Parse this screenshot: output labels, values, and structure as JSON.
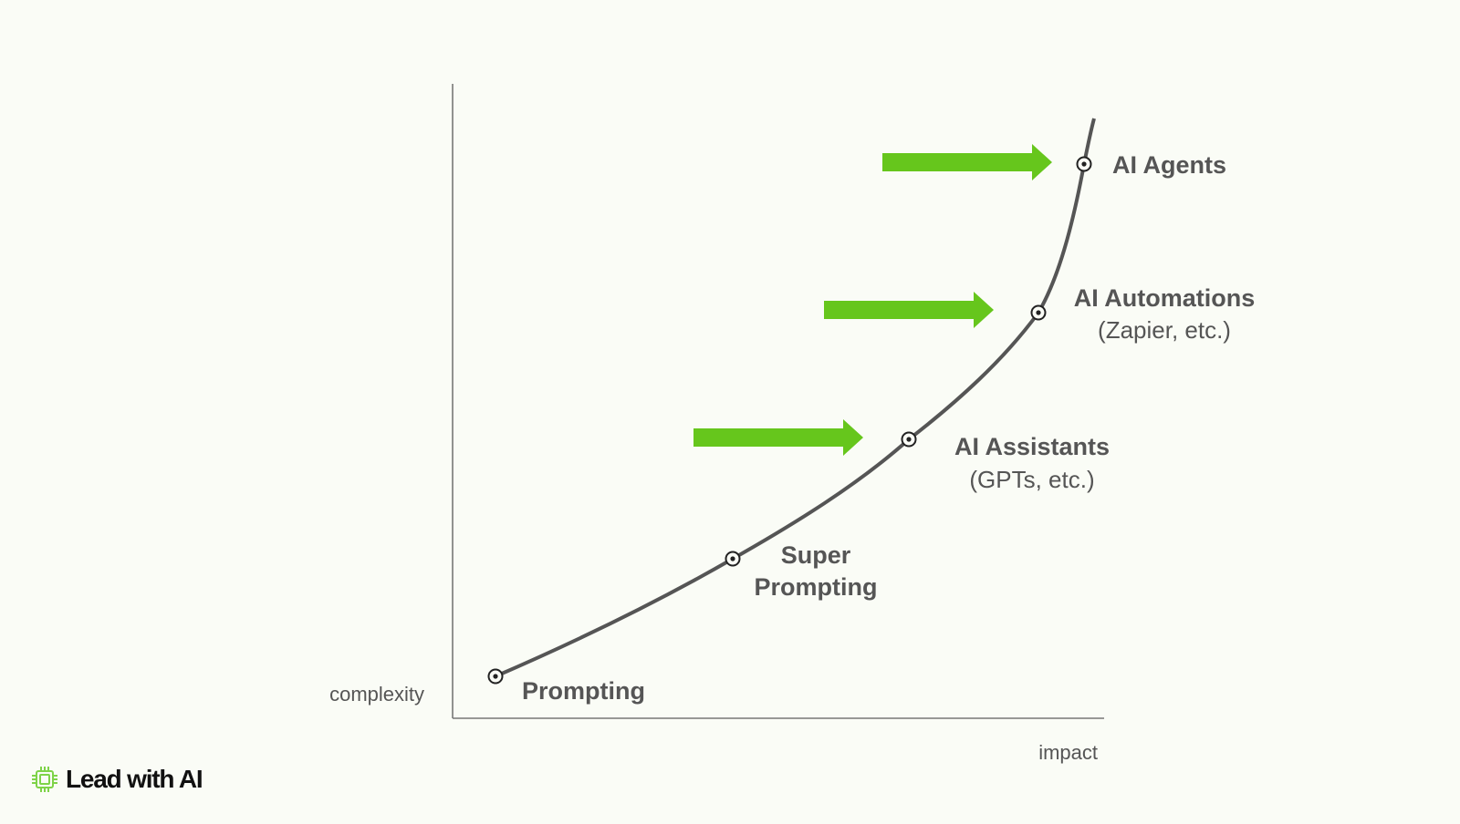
{
  "axes": {
    "y_label": "complexity",
    "x_label": "impact"
  },
  "stages": [
    {
      "name": "Prompting",
      "sub": ""
    },
    {
      "name": "Super",
      "sub": "Prompting"
    },
    {
      "name": "AI Assistants",
      "sub": "(GPTs, etc.)"
    },
    {
      "name": "AI Automations",
      "sub": "(Zapier, etc.)"
    },
    {
      "name": "AI Agents",
      "sub": ""
    }
  ],
  "highlighted_stages": [
    "AI Assistants",
    "AI Automations",
    "AI Agents"
  ],
  "brand": {
    "name": "Lead with AI",
    "icon": "chip-icon"
  },
  "colors": {
    "background": "#fafcf6",
    "curve": "#555555",
    "label_text": "#555555",
    "arrow": "#66c61c",
    "brand_icon": "#7ed348",
    "brand_text": "#111111",
    "axis": "#777777"
  }
}
